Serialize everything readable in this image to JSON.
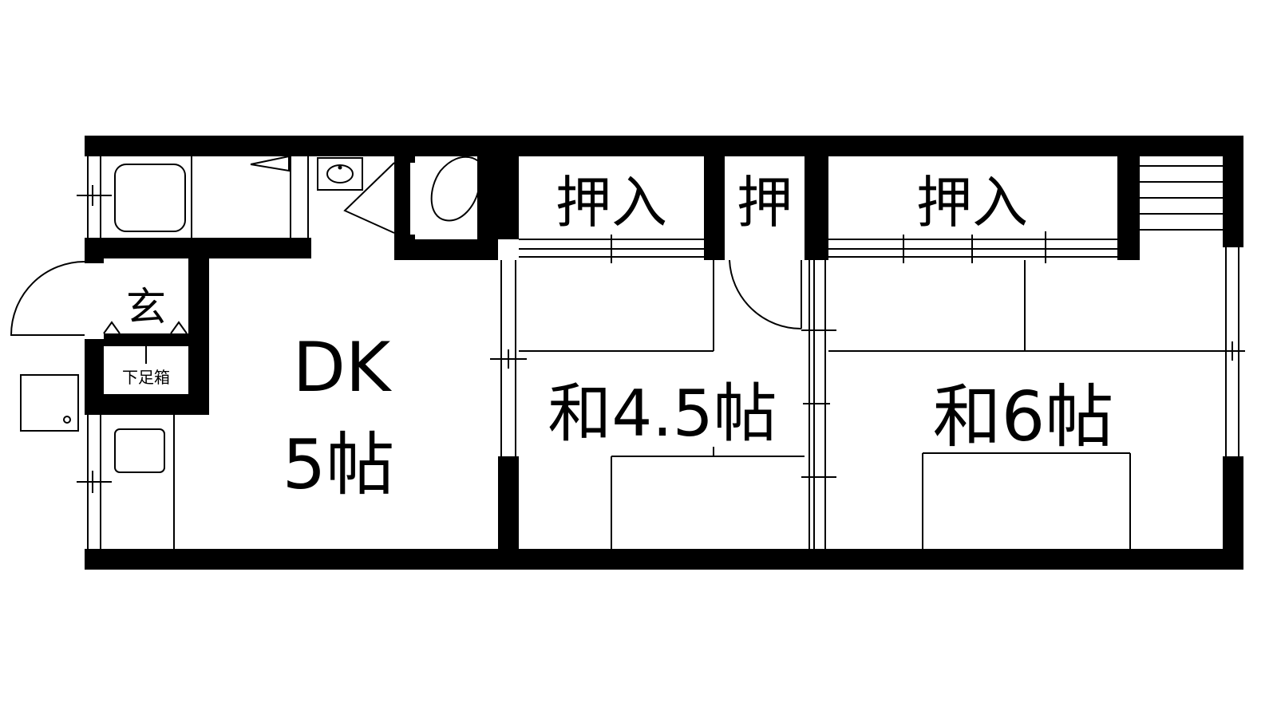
{
  "floorplan": {
    "labels": {
      "genkan": "玄",
      "shoe_box": "下足箱",
      "dk_line1": "DK",
      "dk_line2": "5帖",
      "closet_left": "押入",
      "closet_small": "押",
      "closet_right": "押入",
      "washitsu_45": "和4.5帖",
      "washitsu_6": "和6帖"
    }
  }
}
